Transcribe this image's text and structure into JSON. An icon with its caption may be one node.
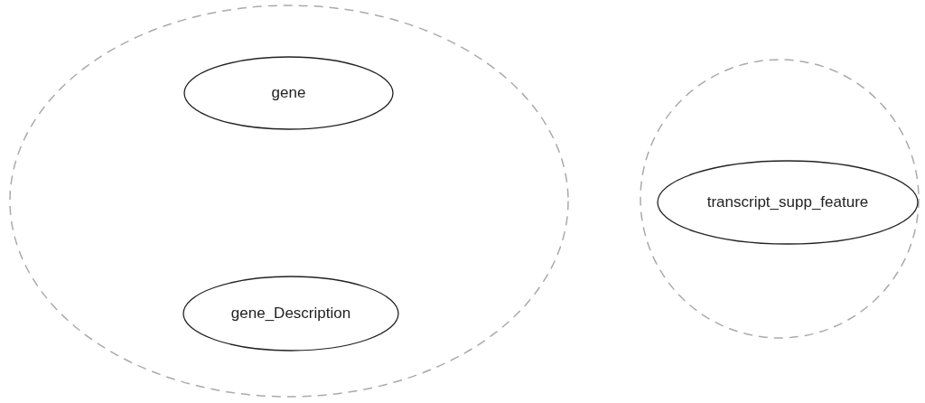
{
  "diagram": {
    "nodes": [
      {
        "text": [],
        "shape": "ellipse"
      },
      {
        "text": [
          "gene"
        ],
        "in": 0
      },
      {
        "text": [
          "gene_Description"
        ],
        "in": 0
      },
      {
        "text": [],
        "shape": "circle"
      },
      {
        "text": [
          "transcript_supp_feature"
        ],
        "in": 3
      }
    ],
    "edges": []
  }
}
